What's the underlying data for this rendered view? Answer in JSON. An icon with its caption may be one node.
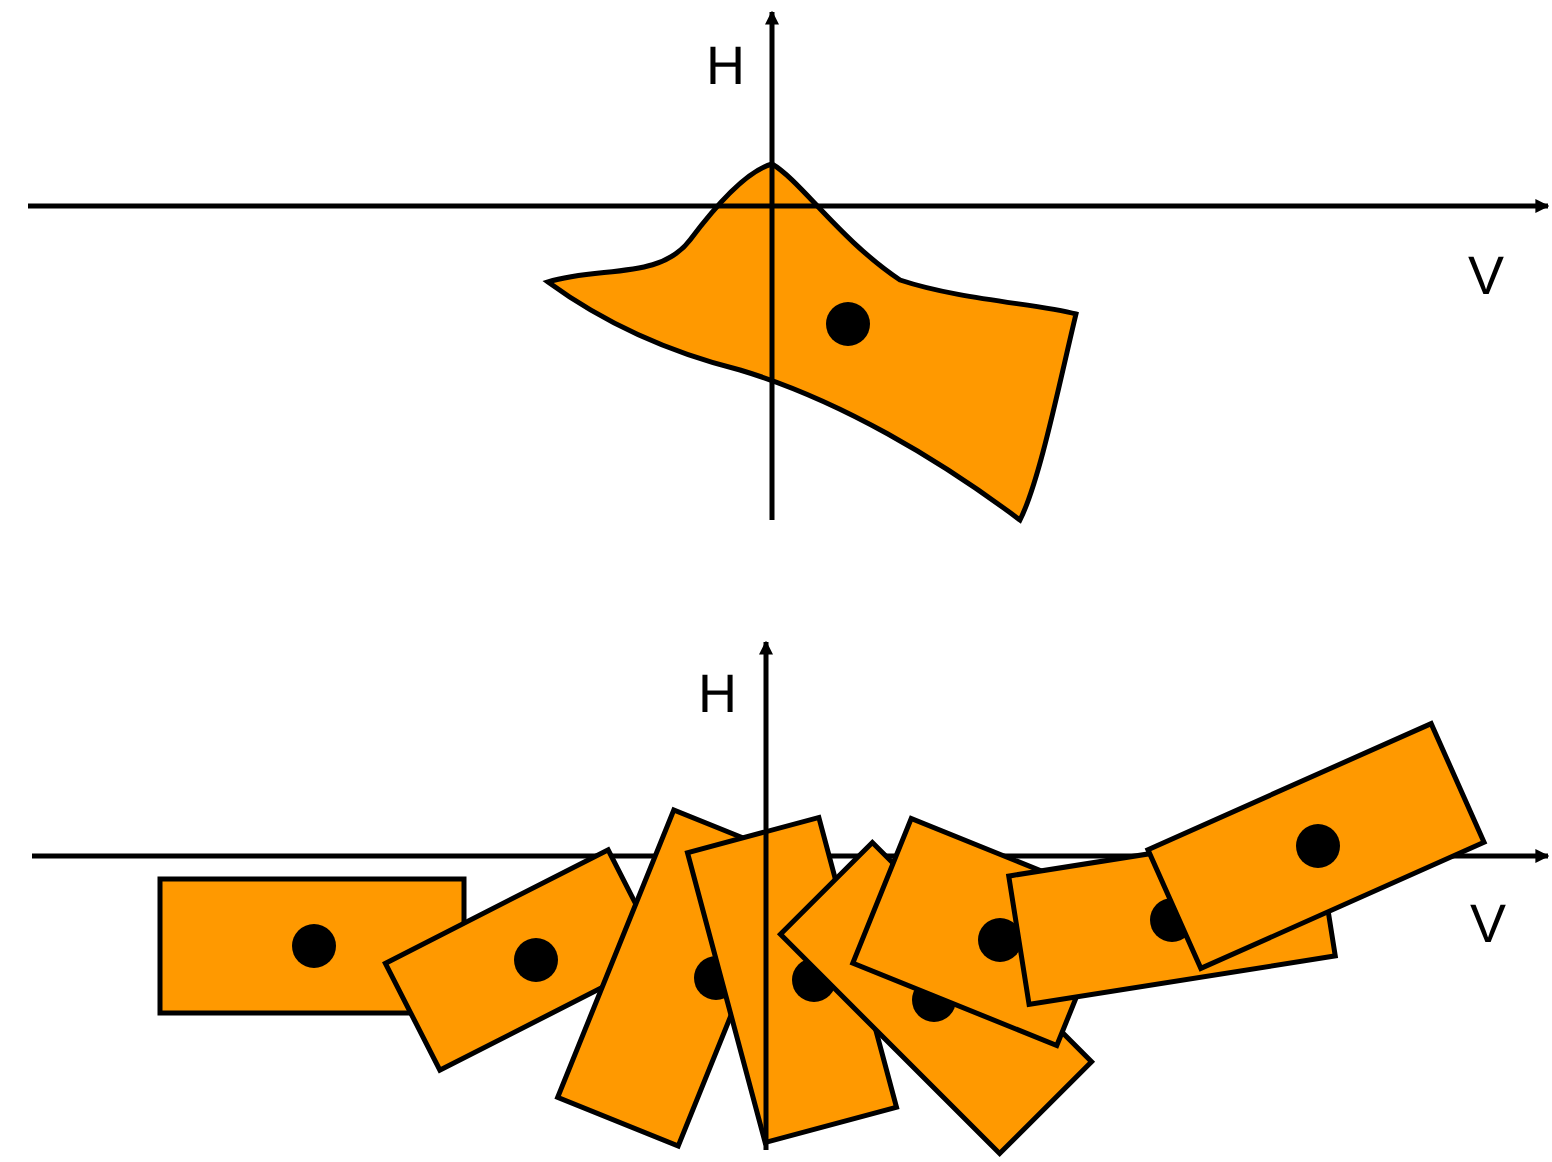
{
  "diagram": {
    "labels": [
      "H",
      "V",
      "H",
      "V"
    ]
  }
}
